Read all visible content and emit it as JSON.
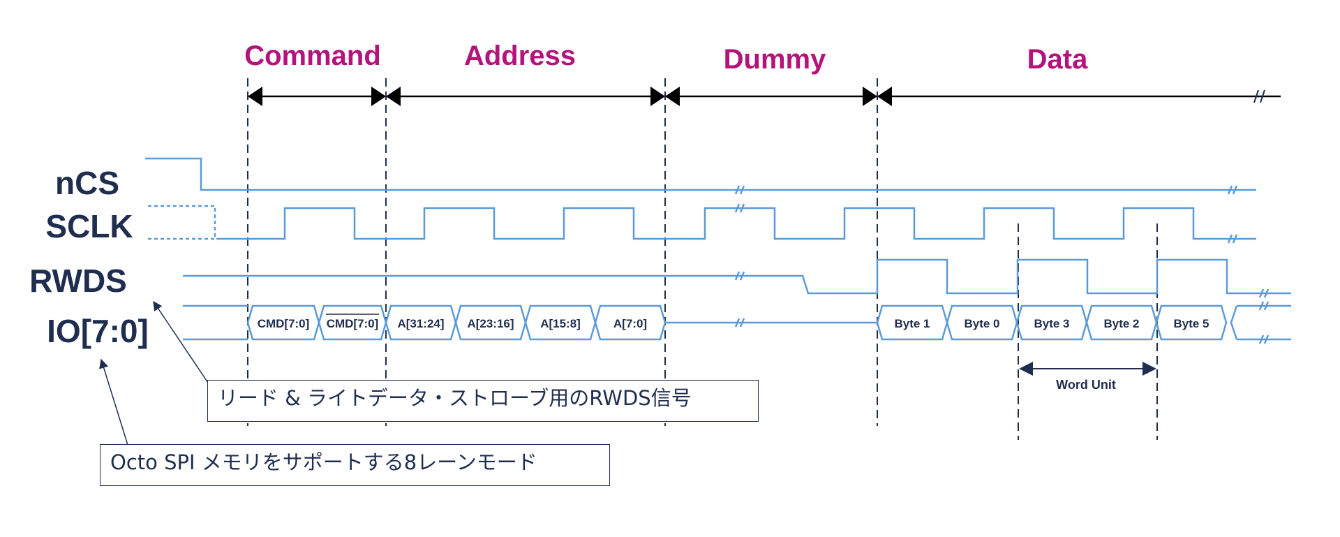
{
  "phases": {
    "command": "Command",
    "address": "Address",
    "dummy": "Dummy",
    "data": "Data"
  },
  "signals": {
    "ncs": "nCS",
    "sclk": "SCLK",
    "rwds": "RWDS",
    "io": "IO[7:0]"
  },
  "io_bus": {
    "cmd": "CMD[7:0]",
    "cmd_inverted": "CMD[7:0]",
    "a1": "A[31:24]",
    "a2": "A[23:16]",
    "a3": "A[15:8]",
    "a4": "A[7:0]",
    "byte1": "Byte 1",
    "byte0": "Byte 0",
    "byte3": "Byte 3",
    "byte2": "Byte 2",
    "byte5": "Byte 5"
  },
  "word_unit": "Word Unit",
  "callouts": {
    "rwds_note": "リード & ライトデータ・ストローブ用のRWDS信号",
    "octo_note": "Octo SPI メモリをサポートする8レーンモード"
  },
  "colors": {
    "phase_text": "#b3137a",
    "signal_text": "#1f2d4e",
    "waveform": "#5b9bd5",
    "dashed_guides": "#1f2d4e"
  }
}
